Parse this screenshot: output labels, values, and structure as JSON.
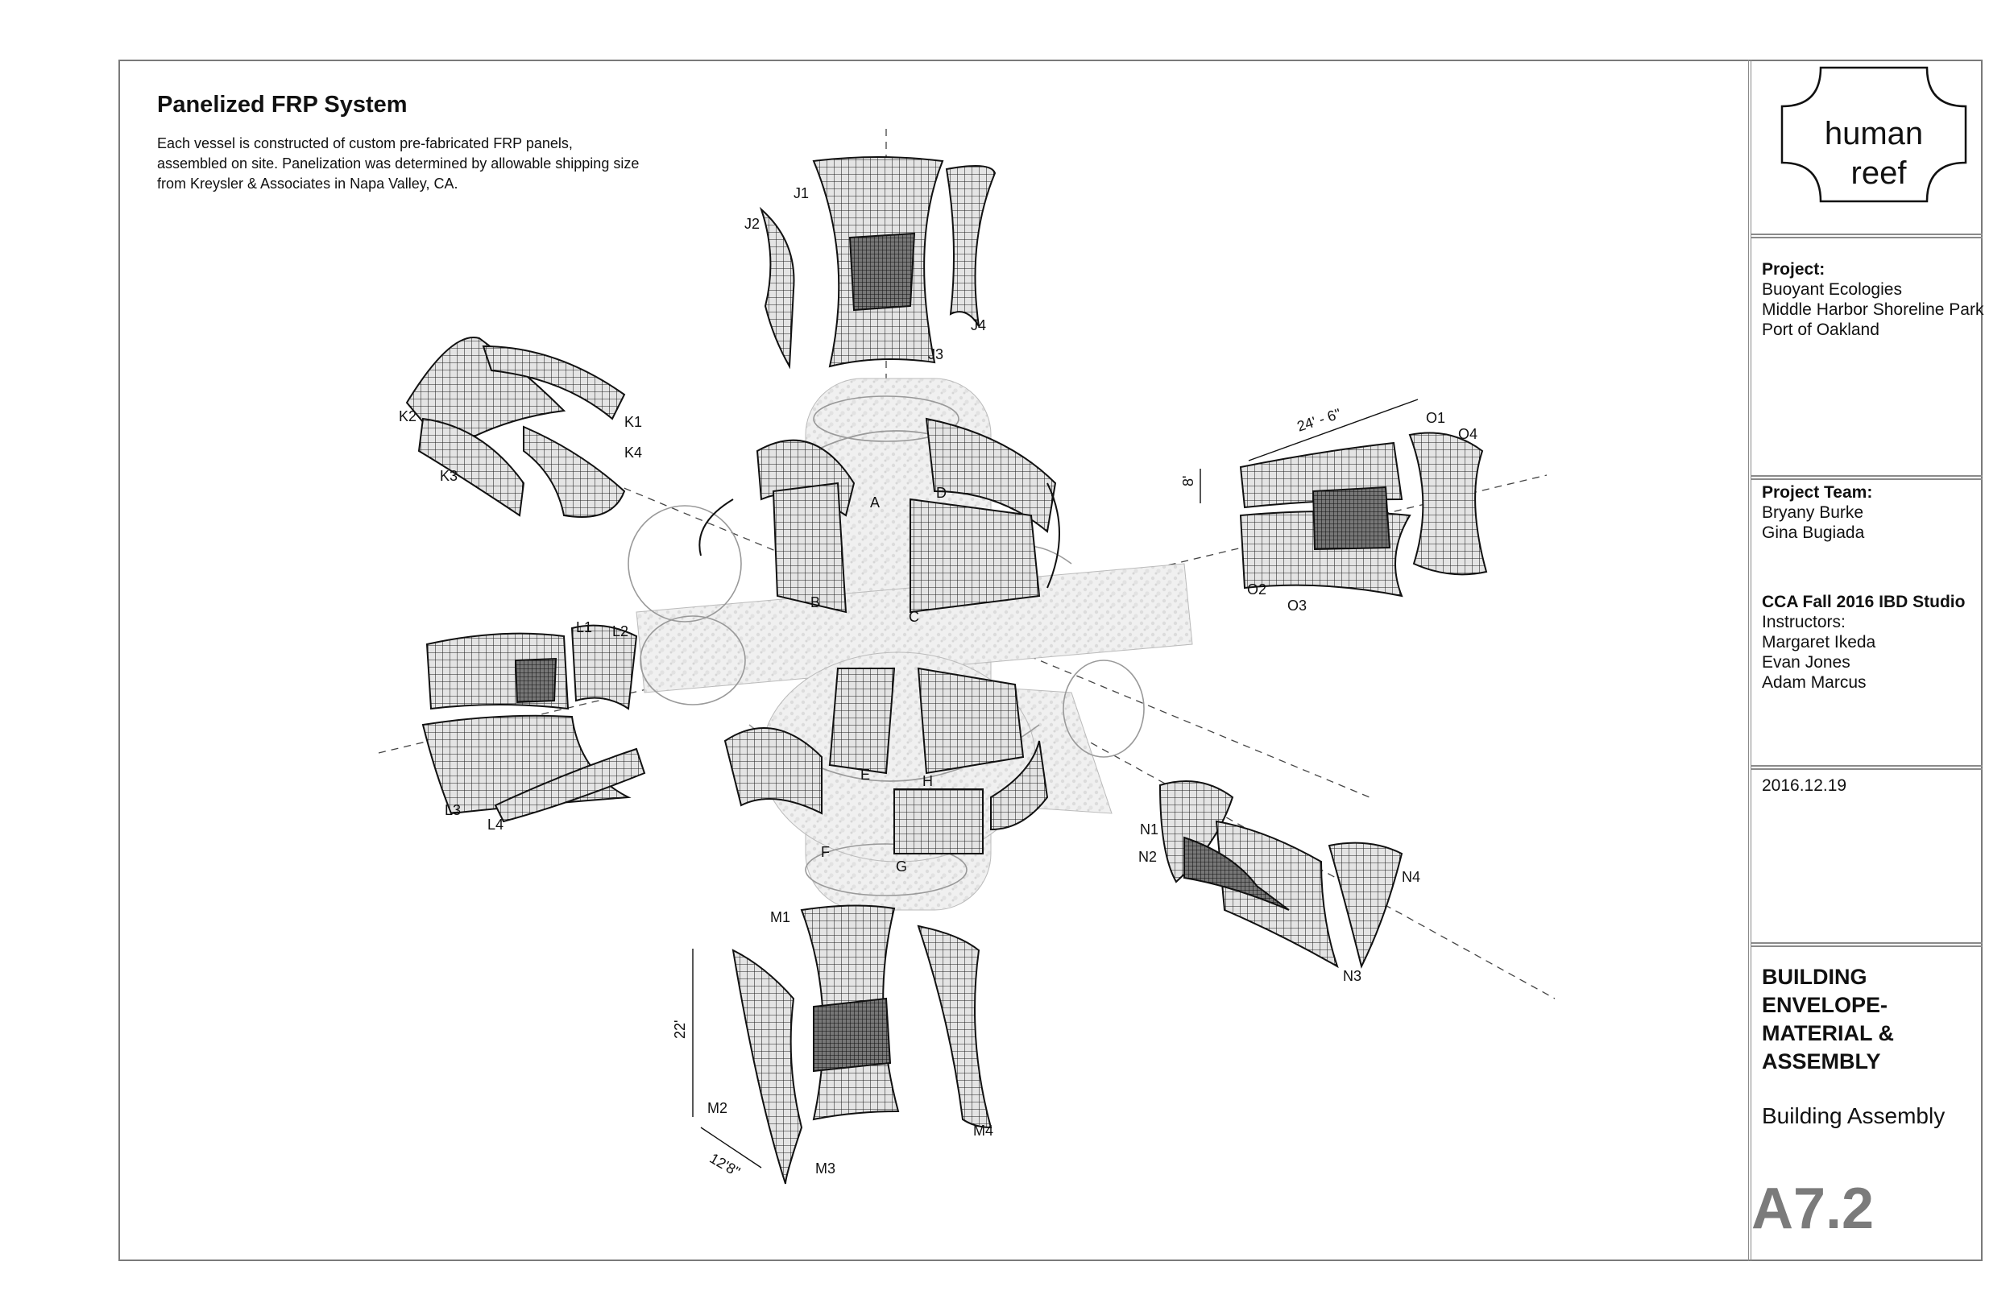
{
  "header": {
    "title": "Panelized FRP System",
    "description": [
      "Each vessel is constructed of custom pre-fabricated FRP panels,",
      "assembled on site. Panelization was determined by allowable shipping size",
      "from Kreysler & Associates in Napa Valley, CA."
    ]
  },
  "logo": {
    "line1": "human",
    "line2": "reef"
  },
  "project": {
    "heading": "Project:",
    "lines": [
      "Buoyant Ecologies",
      "Middle Harbor Shoreline Park",
      "Port of Oakland"
    ]
  },
  "team": {
    "heading": "Project Team:",
    "members": [
      "Bryany Burke",
      "Gina Bugiada"
    ],
    "studio": "CCA Fall 2016 IBD Studio",
    "instructors_heading": "Instructors:",
    "instructors": [
      "Margaret Ikeda",
      "Evan Jones",
      "Adam Marcus"
    ]
  },
  "date": "2016.12.19",
  "sheet": {
    "title_lines": [
      "BUILDING",
      "ENVELOPE-",
      "MATERIAL &",
      "ASSEMBLY"
    ],
    "subtitle": "Building Assembly",
    "number": "A7.2"
  },
  "dimensions": {
    "o_length": "24' - 6\"",
    "o_height": "8'",
    "m_height": "22'",
    "m_width": "12'8\""
  },
  "panel_labels": {
    "J1": "J1",
    "J2": "J2",
    "J3": "J3",
    "J4": "J4",
    "K1": "K1",
    "K2": "K2",
    "K3": "K3",
    "K4": "K4",
    "L1": "L1",
    "L2": "L2",
    "L3": "L3",
    "L4": "L4",
    "M1": "M1",
    "M2": "M2",
    "M3": "M3",
    "M4": "M4",
    "N1": "N1",
    "N2": "N2",
    "N3": "N3",
    "N4": "N4",
    "O1": "O1",
    "O2": "O2",
    "O3": "O3",
    "O4": "O4",
    "A": "A",
    "B": "B",
    "C": "C",
    "D": "D",
    "E": "E",
    "F": "F",
    "G": "G",
    "H": "H"
  }
}
